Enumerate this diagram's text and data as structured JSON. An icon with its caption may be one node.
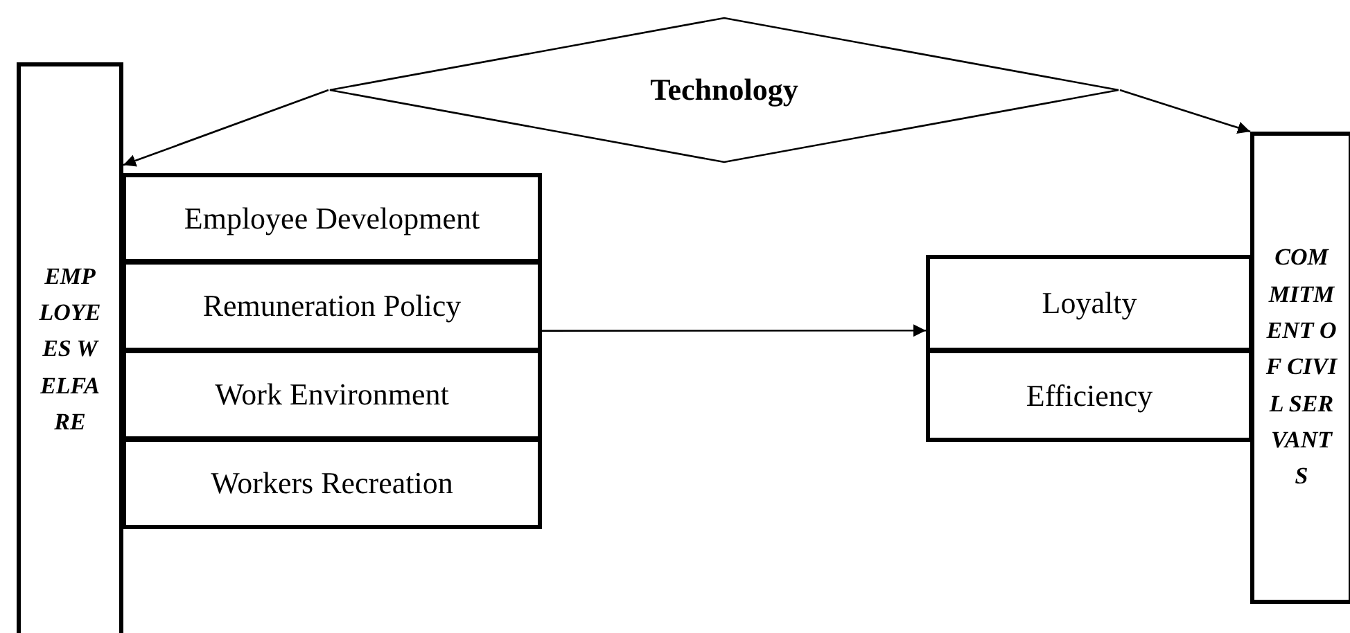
{
  "diagram": {
    "nodes": [
      {
        "text": [
          "Technology"
        ]
      },
      {
        "text": [
          "EMPLOYEES WELFARE"
        ]
      },
      {
        "text": [
          "Employee Development"
        ]
      },
      {
        "text": [
          "Remuneration Policy"
        ]
      },
      {
        "text": [
          "Work Environment"
        ]
      },
      {
        "text": [
          "Workers Recreation"
        ]
      },
      {
        "text": [
          "Loyalty"
        ]
      },
      {
        "text": [
          "Efficiency"
        ]
      },
      {
        "text": [
          "COMMITMENT OF CIVIL SERVANTS"
        ]
      }
    ],
    "edges": [
      {
        "from": 0,
        "to": 1,
        "arrow": "to"
      },
      {
        "from": 0,
        "to": 8,
        "arrow": "to"
      },
      {
        "from": 3,
        "to": 6,
        "arrow": "to"
      }
    ]
  }
}
